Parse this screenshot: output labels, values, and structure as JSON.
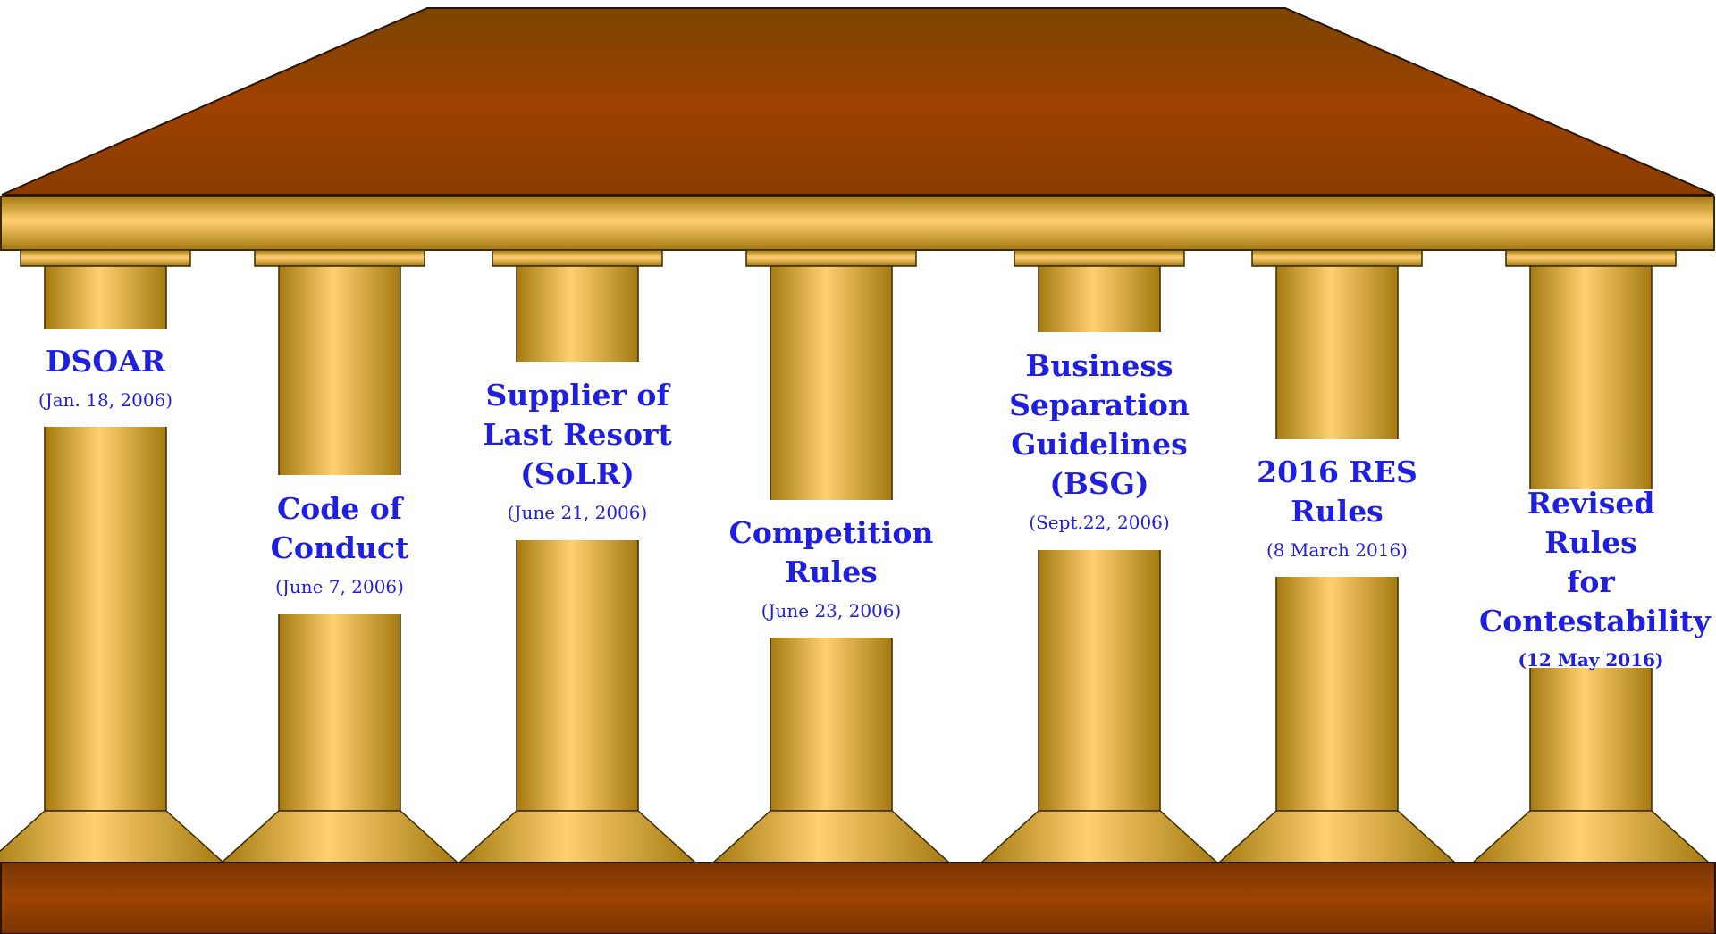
{
  "diagram": {
    "colors": {
      "roof": "#9b4400",
      "roof_edge": "#7a3f00",
      "gold_light": "#ffd070",
      "gold_dark": "#a47a10",
      "base": "#8f3800",
      "text": "#1f1fe0"
    },
    "pillars": [
      {
        "title": "DSOAR",
        "date": "(Jan. 18, 2006)",
        "date_bold": false
      },
      {
        "title": "Code of\nConduct",
        "date": "(June 7, 2006)",
        "date_bold": false
      },
      {
        "title": "Supplier of\nLast Resort\n(SoLR)",
        "date": "(June 21, 2006)",
        "date_bold": false
      },
      {
        "title": "Competition\nRules",
        "date": "(June 23, 2006)",
        "date_bold": false
      },
      {
        "title": "Business\nSeparation\nGuidelines\n(BSG)",
        "date": "(Sept.22, 2006)",
        "date_bold": false
      },
      {
        "title": "2016 RES\nRules",
        "date": "(8 March 2016)",
        "date_bold": false
      },
      {
        "title": "Revised Rules\nfor\nContestability",
        "date": "(12 May 2016)",
        "date_bold": true
      }
    ]
  }
}
